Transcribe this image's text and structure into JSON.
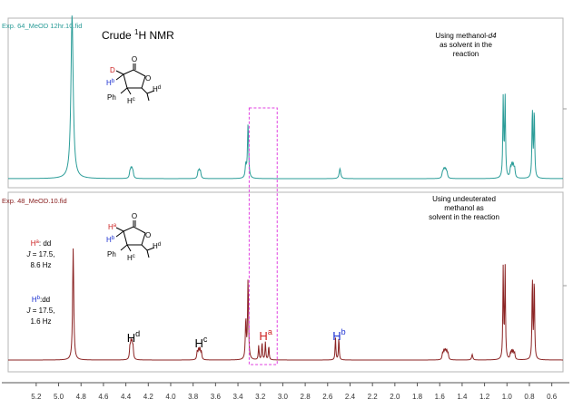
{
  "chart_data": {
    "type": "line",
    "xlabel": "",
    "ylabel": "",
    "xlim": [
      5.45,
      0.5
    ],
    "x_ticks": [
      "5.2",
      "5.0",
      "4.8",
      "4.6",
      "4.4",
      "4.2",
      "4.0",
      "3.8",
      "3.6",
      "3.4",
      "3.2",
      "3.0",
      "2.8",
      "2.6",
      "2.4",
      "2.2",
      "2.0",
      "1.8",
      "1.6",
      "1.4",
      "1.2",
      "1.0",
      "0.8",
      "0.6"
    ],
    "title": "Crude ¹H NMR",
    "series": [
      {
        "name": "Exp. 64_MeOD 12hr.10.fid",
        "color": "#2a9c98",
        "note": "Using methanol-d4 as solvent in the reaction",
        "peaks": [
          {
            "x": 4.88,
            "h": 1.15,
            "w": 0.012
          },
          {
            "x": 4.35,
            "h": 0.05,
            "w": 0.006,
            "mult": 4,
            "sp": 0.009
          },
          {
            "x": 3.745,
            "h": 0.045,
            "w": 0.006,
            "mult": 3,
            "sp": 0.01
          },
          {
            "x": 3.31,
            "h": 0.38,
            "w": 0.006
          },
          {
            "x": 3.33,
            "h": 0.09,
            "w": 0.006
          },
          {
            "x": 2.49,
            "h": 0.07,
            "w": 0.008
          },
          {
            "x": 1.555,
            "h": 0.05,
            "w": 0.006,
            "mult": 5,
            "sp": 0.01
          },
          {
            "x": 1.025,
            "h": 0.56,
            "w": 0.0045,
            "mult": 2,
            "sp": 0.017
          },
          {
            "x": 0.95,
            "h": 0.08,
            "w": 0.006,
            "mult": 4,
            "sp": 0.012
          },
          {
            "x": 0.765,
            "h": 0.48,
            "w": 0.0045,
            "mult": 2,
            "sp": 0.017
          }
        ]
      },
      {
        "name": "Exp. 48_MeOD.10.fid",
        "color": "#8b2323",
        "note": "Using undeuterated methanol as solvent in the reaction",
        "peaks": [
          {
            "x": 4.87,
            "h": 1.0,
            "w": 0.006
          },
          {
            "x": 4.35,
            "h": 0.13,
            "w": 0.005,
            "mult": 4,
            "sp": 0.009
          },
          {
            "x": 3.745,
            "h": 0.09,
            "w": 0.005,
            "mult": 4,
            "sp": 0.012
          },
          {
            "x": 3.31,
            "h": 0.72,
            "w": 0.005
          },
          {
            "x": 3.33,
            "h": 0.35,
            "w": 0.005
          },
          {
            "x": 3.17,
            "h": 0.16,
            "w": 0.004,
            "mult": 4,
            "sp": 0.03
          },
          {
            "x": 2.515,
            "h": 0.2,
            "w": 0.004,
            "mult": 2,
            "sp": 0.03
          },
          {
            "x": 1.55,
            "h": 0.07,
            "w": 0.005,
            "mult": 6,
            "sp": 0.01
          },
          {
            "x": 1.31,
            "h": 0.05,
            "w": 0.006
          },
          {
            "x": 1.025,
            "h": 0.82,
            "w": 0.004,
            "mult": 2,
            "sp": 0.017
          },
          {
            "x": 0.95,
            "h": 0.07,
            "w": 0.005,
            "mult": 4,
            "sp": 0.012
          },
          {
            "x": 0.765,
            "h": 0.74,
            "w": 0.004,
            "mult": 2,
            "sp": 0.017
          }
        ]
      }
    ],
    "peak_labels": [
      {
        "label": "H",
        "sup": "d",
        "x": 4.35,
        "color": "#000000"
      },
      {
        "label": "H",
        "sup": "c",
        "x": 3.745,
        "color": "#000000"
      },
      {
        "label": "H",
        "sup": "a",
        "x": 3.17,
        "color": "#cc1f1f"
      },
      {
        "label": "H",
        "sup": "b",
        "x": 2.515,
        "color": "#1a2fd1"
      }
    ],
    "highlight_region": [
      3.05,
      3.3
    ]
  },
  "panel_top": {
    "label": "Exp. 64_MeOD 12hr.10.fid",
    "title_main": "Crude ",
    "title_sup": "1",
    "title_tail": "H NMR",
    "note_line1_a": "Using methanol-",
    "note_line1_b": "d4",
    "note_line2": "as solvent in the",
    "note_line3": "reaction",
    "struct": {
      "d": "D",
      "hb": "H",
      "hb_sup": "b",
      "hc": "H",
      "hc_sup": "c",
      "hd": "H",
      "hd_sup": "d",
      "o": "O",
      "ph": "Ph"
    }
  },
  "panel_bottom": {
    "label": "Exp. 48_MeOD.10.fid",
    "note_line1": "Using undeuterated",
    "note_line2": "methanol as",
    "note_line3": "solvent in the reaction",
    "struct": {
      "ha": "H",
      "ha_sup": "a",
      "hb": "H",
      "hb_sup": "b",
      "hc": "H",
      "hc_sup": "c",
      "hd": "H",
      "hd_sup": "d",
      "o": "O",
      "ph": "Ph"
    },
    "ha_info": {
      "h": "H",
      "sup": "a",
      "mult": ": dd",
      "j": "J",
      "jval": " = 17.5,",
      "hz": "8.6 Hz"
    },
    "hb_info": {
      "h": "H",
      "sup": "b",
      "mult": ":dd",
      "j": "J",
      "jval": " = 17.5,",
      "hz": "1.6 Hz"
    }
  },
  "colors": {
    "top": "#2a9c98",
    "bottom": "#8b2323",
    "highlight": "#e040e0",
    "ha": "#cc1f1f",
    "hb": "#1a2fd1",
    "d": "#cc1f1f"
  }
}
